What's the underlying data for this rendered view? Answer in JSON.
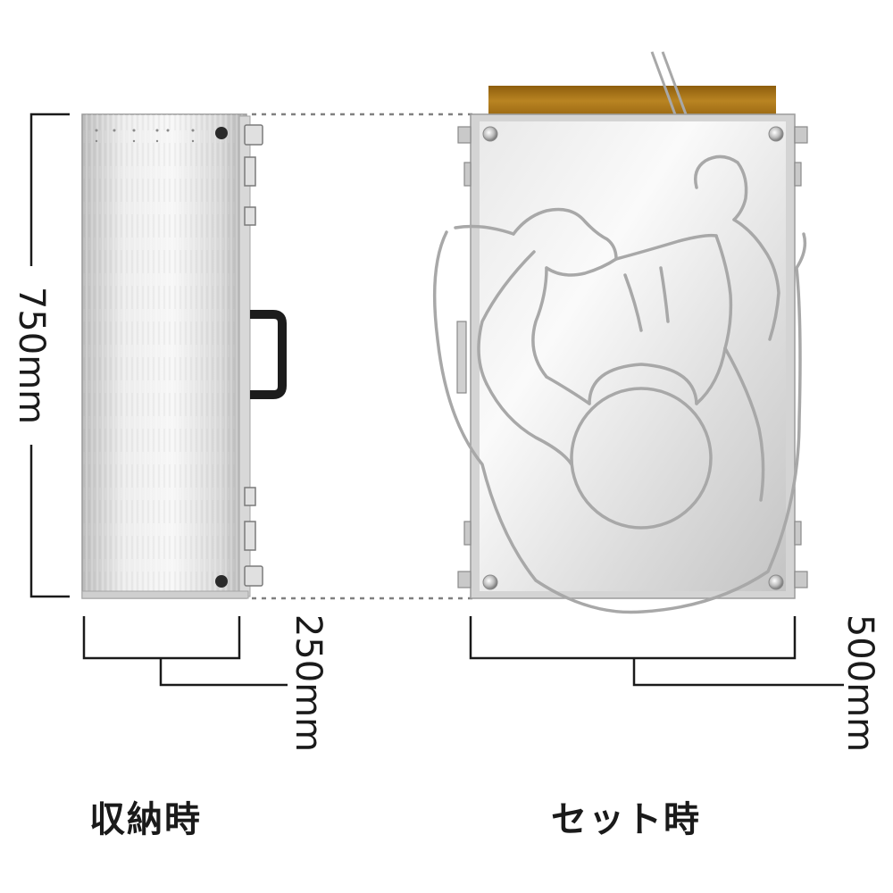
{
  "dimensions": {
    "height": "750mm",
    "stored_width": "250mm",
    "set_width": "500mm"
  },
  "captions": {
    "stored": "収納時",
    "set": "セット時"
  },
  "colors": {
    "line": "#1a1a1a",
    "dashed_guide": "#808080",
    "aluminum_light": "#f4f4f4",
    "aluminum_dark": "#b8b8b8",
    "wood_top": "#b07a18",
    "figure_outline": "#a8a8a8",
    "handle": "#1c1c1c"
  }
}
